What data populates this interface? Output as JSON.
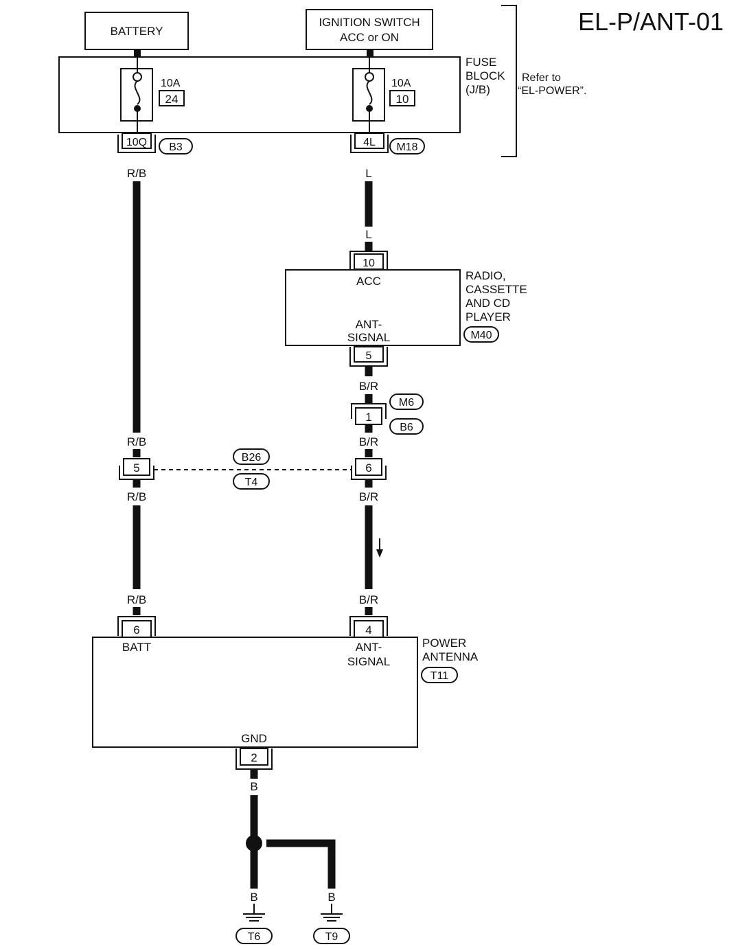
{
  "diagram_code": "EL-P/ANT-01",
  "sources": {
    "battery": "BATTERY",
    "ignition_line1": "IGNITION SWITCH",
    "ignition_line2": "ACC or ON"
  },
  "fuse_block": {
    "label_line1": "FUSE",
    "label_line2": "BLOCK",
    "label_line3": "(J/B)",
    "refer_line1": "Refer to",
    "refer_line2": "“EL-POWER”.",
    "fuse_left": {
      "rating": "10A",
      "number": "24",
      "terminal": "10Q",
      "connector": "B3"
    },
    "fuse_right": {
      "rating": "10A",
      "number": "10",
      "terminal": "4L",
      "connector": "M18"
    }
  },
  "radio": {
    "label_line1": "RADIO,",
    "label_line2": "CASSETTE",
    "label_line3": "AND CD",
    "label_line4": "PLAYER",
    "connector": "M40",
    "pin_acc": "10",
    "pin_acc_label": "ACC",
    "pin_sig": "5",
    "pin_sig_label1": "ANT-",
    "pin_sig_label2": "SIGNAL"
  },
  "inline_connectors": {
    "m6_b6": {
      "pin": "1",
      "top": "M6",
      "bottom": "B6"
    },
    "b26_t4": {
      "pin_left": "5",
      "pin_right": "6",
      "top": "B26",
      "bottom": "T4"
    }
  },
  "power_antenna": {
    "label_line1": "POWER",
    "label_line2": "ANTENNA",
    "connector": "T11",
    "pin_batt": "6",
    "pin_batt_label": "BATT",
    "pin_sig": "4",
    "pin_sig_label1": "ANT-",
    "pin_sig_label2": "SIGNAL",
    "pin_gnd": "2",
    "pin_gnd_label": "GND"
  },
  "wire_colors": {
    "red_black": "R/B",
    "blue": "L",
    "black_red": "B/R",
    "black": "B"
  },
  "grounds": [
    "T6",
    "T9"
  ]
}
